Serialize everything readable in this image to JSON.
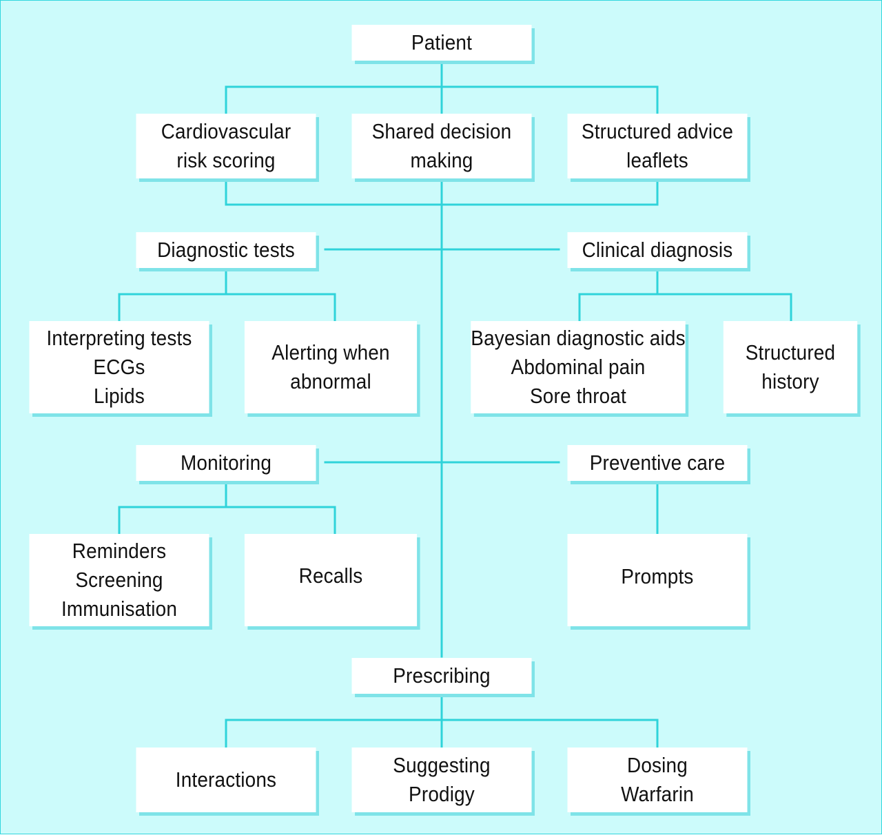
{
  "colors": {
    "background": "#ccfbfb",
    "connector": "#2fd3da",
    "box_fill": "#ffffff",
    "box_shadow": "#7fe3e8"
  },
  "nodes": {
    "patient": [
      "Patient"
    ],
    "cv_risk": [
      "Cardiovascular",
      "risk scoring"
    ],
    "shared_decision": [
      "Shared decision",
      "making"
    ],
    "advice_leaflets": [
      "Structured advice",
      "leaflets"
    ],
    "diagnostic_tests": [
      "Diagnostic tests"
    ],
    "clinical_diagnosis": [
      "Clinical diagnosis"
    ],
    "interpreting_tests": [
      "Interpreting tests",
      "ECGs",
      "Lipids"
    ],
    "alerting": [
      "Alerting when",
      "abnormal"
    ],
    "bayesian": [
      "Bayesian diagnostic aids",
      "Abdominal pain",
      "Sore throat"
    ],
    "structured_history": [
      "Structured",
      "history"
    ],
    "monitoring": [
      "Monitoring"
    ],
    "preventive_care": [
      "Preventive care"
    ],
    "reminders": [
      "Reminders",
      "Screening",
      "Immunisation"
    ],
    "recalls": [
      "Recalls"
    ],
    "prompts": [
      "Prompts"
    ],
    "prescribing": [
      "Prescribing"
    ],
    "interactions": [
      "Interactions"
    ],
    "suggesting": [
      "Suggesting",
      "Prodigy"
    ],
    "dosing": [
      "Dosing",
      "Warfarin"
    ]
  }
}
